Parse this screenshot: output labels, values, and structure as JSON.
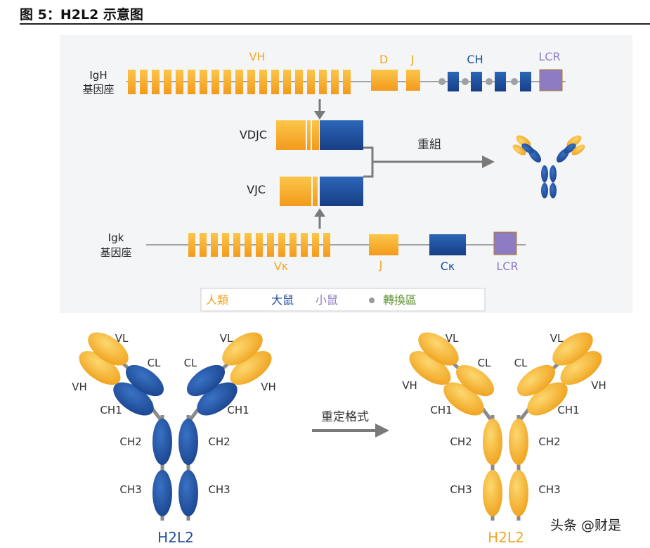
{
  "title": "图 5：H2L2 示意图",
  "top": {
    "igh_label_line1": "IgH",
    "igh_label_line2": "基因座",
    "vh": "VH",
    "d": "D",
    "j": "J",
    "ch": "CH",
    "lcr": "LCR",
    "vdjc": "VDJC",
    "vjc": "VJC",
    "recombine": "重組",
    "igk_label_line1": "Igk",
    "igk_label_line2": "基因座",
    "vk": "Vκ",
    "jk": "J",
    "ck": "Cκ",
    "lcr2": "LCR"
  },
  "legend": {
    "human": "人類",
    "rat": "大鼠",
    "mouse": "小鼠",
    "switch": "轉換區"
  },
  "bottom": {
    "vl": "VL",
    "vh": "VH",
    "cl": "CL",
    "ch1": "CH1",
    "ch2": "CH2",
    "ch3": "CH3",
    "reformat": "重定格式",
    "h2l2": "H2L2"
  },
  "colors": {
    "orange": "#f5a623",
    "blue": "#1f4e9c",
    "purple": "#8e7cc3",
    "green": "#5a8f29",
    "gray": "#777777"
  },
  "watermark": "头条 @财是"
}
